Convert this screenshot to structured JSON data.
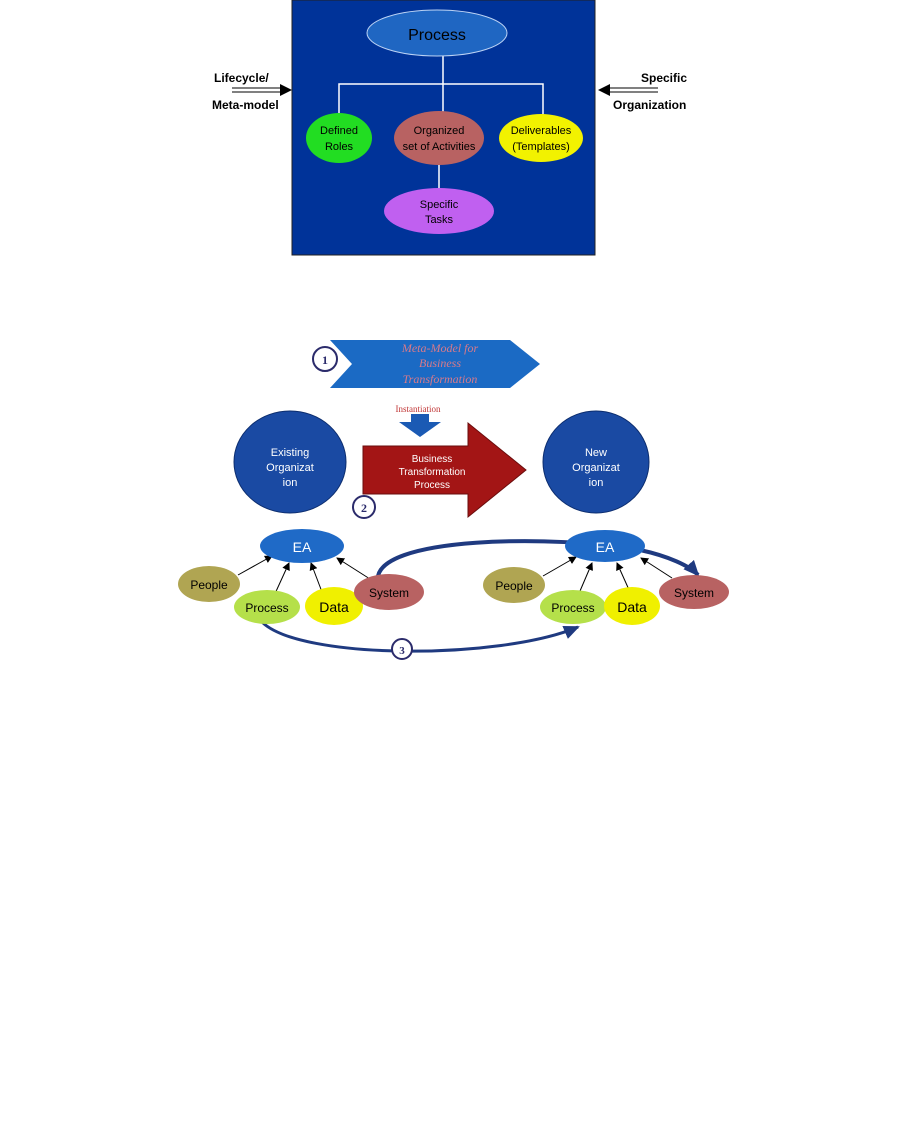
{
  "diagram1": {
    "process": "Process",
    "left_label": {
      "line1": "Lifecycle/",
      "line2": "Meta-model"
    },
    "right_label": {
      "line1": "Specific",
      "line2": "Organization"
    },
    "roles": {
      "line1": "Defined",
      "line2": "Roles"
    },
    "activities": {
      "line1": "Organized",
      "line2": "set of Activities"
    },
    "deliverables": {
      "line1": "Deliverables",
      "line2": "(Templates)"
    },
    "tasks": {
      "line1": "Specific",
      "line2": "Tasks"
    },
    "colors": {
      "background": "#003399",
      "process": "#1f66c2",
      "roles": "#22dd22",
      "activities": "#b86262",
      "deliverables": "#f2f200",
      "tasks": "#c060f0"
    }
  },
  "diagram2": {
    "step1": "1",
    "step2": "2",
    "step3": "3",
    "meta_model": {
      "line1": "Meta-Model for",
      "line2": "Business",
      "line3": "Transformation"
    },
    "instantiation": "Instantiation",
    "transformation": {
      "line1": "Business",
      "line2": "Transformation",
      "line3": "Process"
    },
    "existing_org": {
      "line1": "Existing",
      "line2": "Organizat",
      "line3": "ion"
    },
    "new_org": {
      "line1": "New",
      "line2": "Organizat",
      "line3": "ion"
    },
    "left": {
      "ea": "EA",
      "people": "People",
      "process": "Process",
      "data": "Data",
      "system": "System"
    },
    "right": {
      "ea": "EA",
      "people": "People",
      "process": "Process",
      "data": "Data",
      "system": "System"
    },
    "colors": {
      "org_circle": "#1a4aa3",
      "ea": "#1f6ac7",
      "people": "#b0a552",
      "process": "#b5e04a",
      "data": "#f0f000",
      "system": "#b86262",
      "transform_arrow": "#a31515",
      "chevron": "#1b6ac4",
      "meta_text": "#d97a8a",
      "cycle_arrow": "#1f3a80"
    }
  }
}
